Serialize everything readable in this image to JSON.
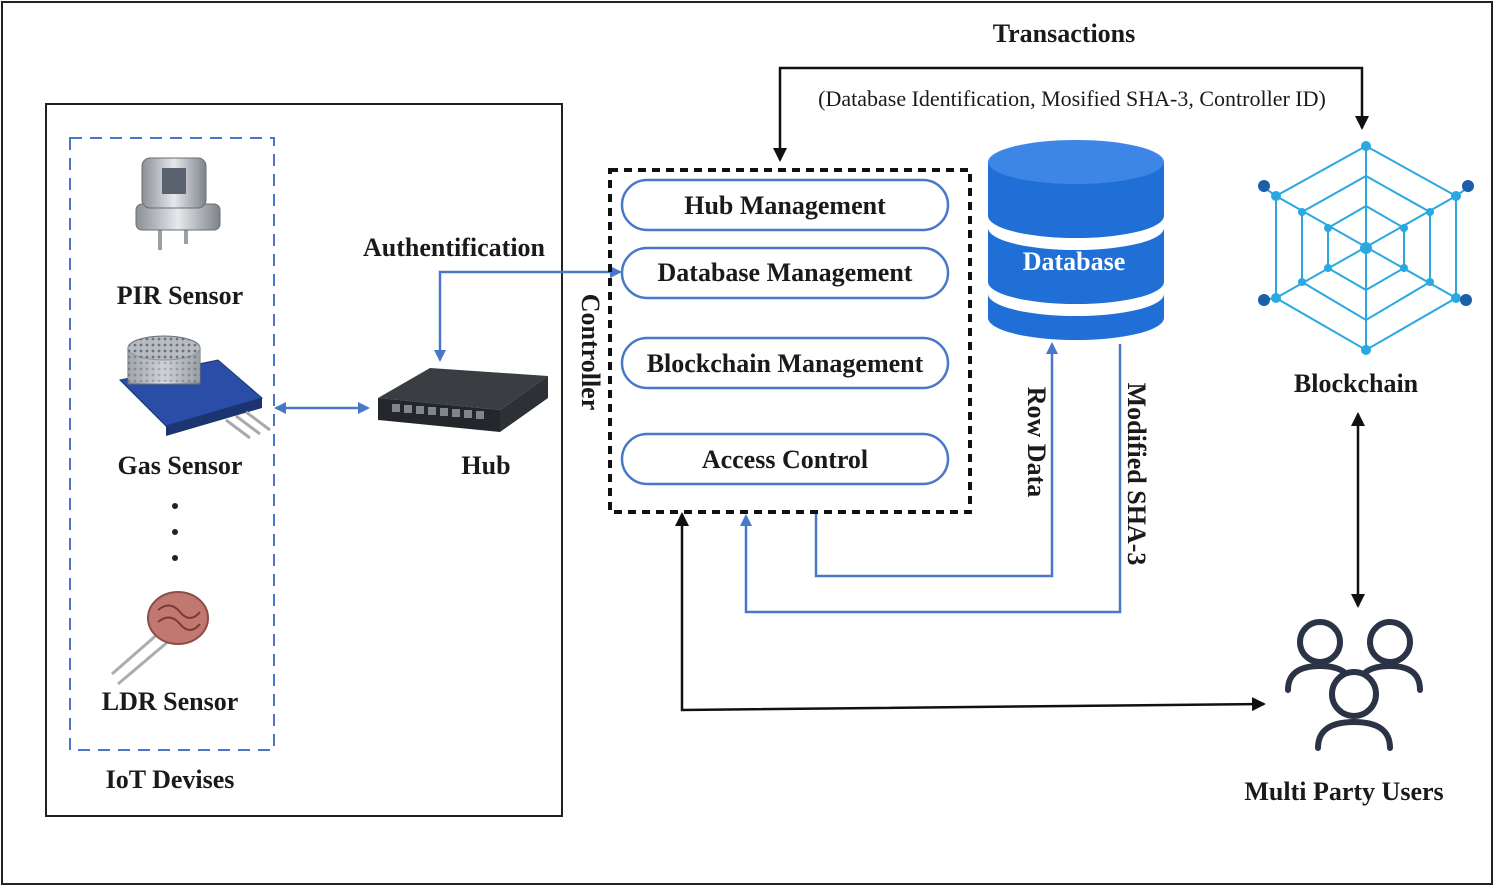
{
  "iot": {
    "group_label": "IoT Devises",
    "pir_label": "PIR Sensor",
    "gas_label": "Gas Sensor",
    "ldr_label": "LDR Sensor"
  },
  "hub": {
    "label": "Hub",
    "link_label": "Authentification"
  },
  "controller": {
    "label": "Controller",
    "items": [
      "Hub Management",
      "Database Management",
      "Blockchain Management",
      "Access Control"
    ]
  },
  "database": {
    "label": "Database",
    "raw_label": "Row Data",
    "sha_label": "Modified SHA-3"
  },
  "transactions": {
    "title": "Transactions",
    "detail": "(Database Identification, Mosified SHA-3, Controller ID)"
  },
  "blockchain": {
    "label": "Blockchain"
  },
  "users": {
    "label": "Multi Party Users"
  },
  "colors": {
    "arrow_blue": "#4a78c8",
    "arrow_black": "#111111",
    "db_blue": "#1f6fd6",
    "chain_blue": "#2aa8e0"
  }
}
